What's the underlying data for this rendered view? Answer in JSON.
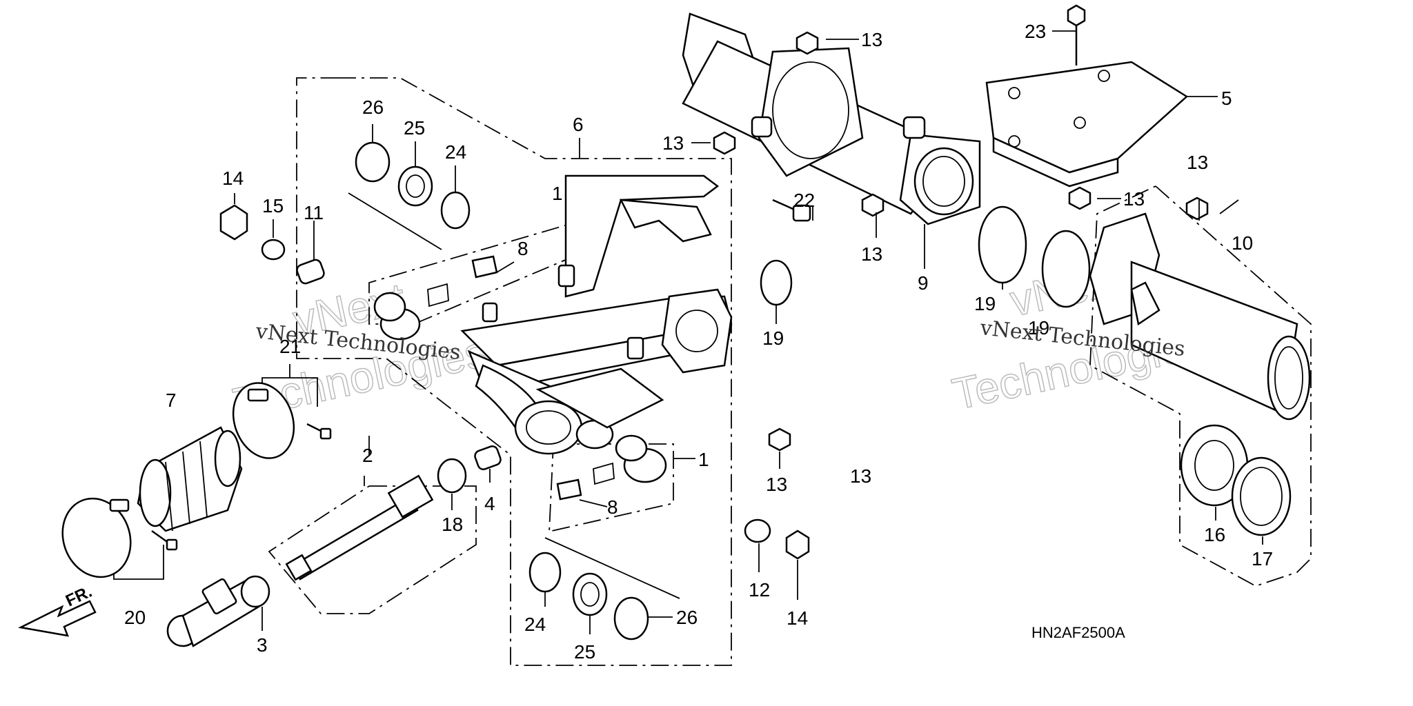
{
  "diagram": {
    "drawing_code": "HN2AF2500A",
    "front_label": "FR.",
    "watermark_line1": "vNext",
    "watermark_line2": "Technologies",
    "watermark_inline": "vNext Technologies",
    "callouts": {
      "c1a": "1",
      "c1b": "1",
      "c2": "2",
      "c3": "3",
      "c4": "4",
      "c5": "5",
      "c6": "6",
      "c7": "7",
      "c8a": "8",
      "c8b": "8",
      "c9": "9",
      "c10": "10",
      "c11": "11",
      "c12": "12",
      "c13a": "13",
      "c13b": "13",
      "c13c": "13",
      "c13d": "13",
      "c13e": "13",
      "c13f": "13",
      "c13g": "13",
      "c14a": "14",
      "c14b": "14",
      "c15": "15",
      "c16": "16",
      "c17": "17",
      "c18": "18",
      "c19a": "19",
      "c19b": "19",
      "c19c": "19",
      "c20": "20",
      "c21": "21",
      "c22": "22",
      "c23": "23",
      "c24a": "24",
      "c24b": "24",
      "c25a": "25",
      "c25b": "25",
      "c26a": "26",
      "c26b": "26"
    }
  }
}
